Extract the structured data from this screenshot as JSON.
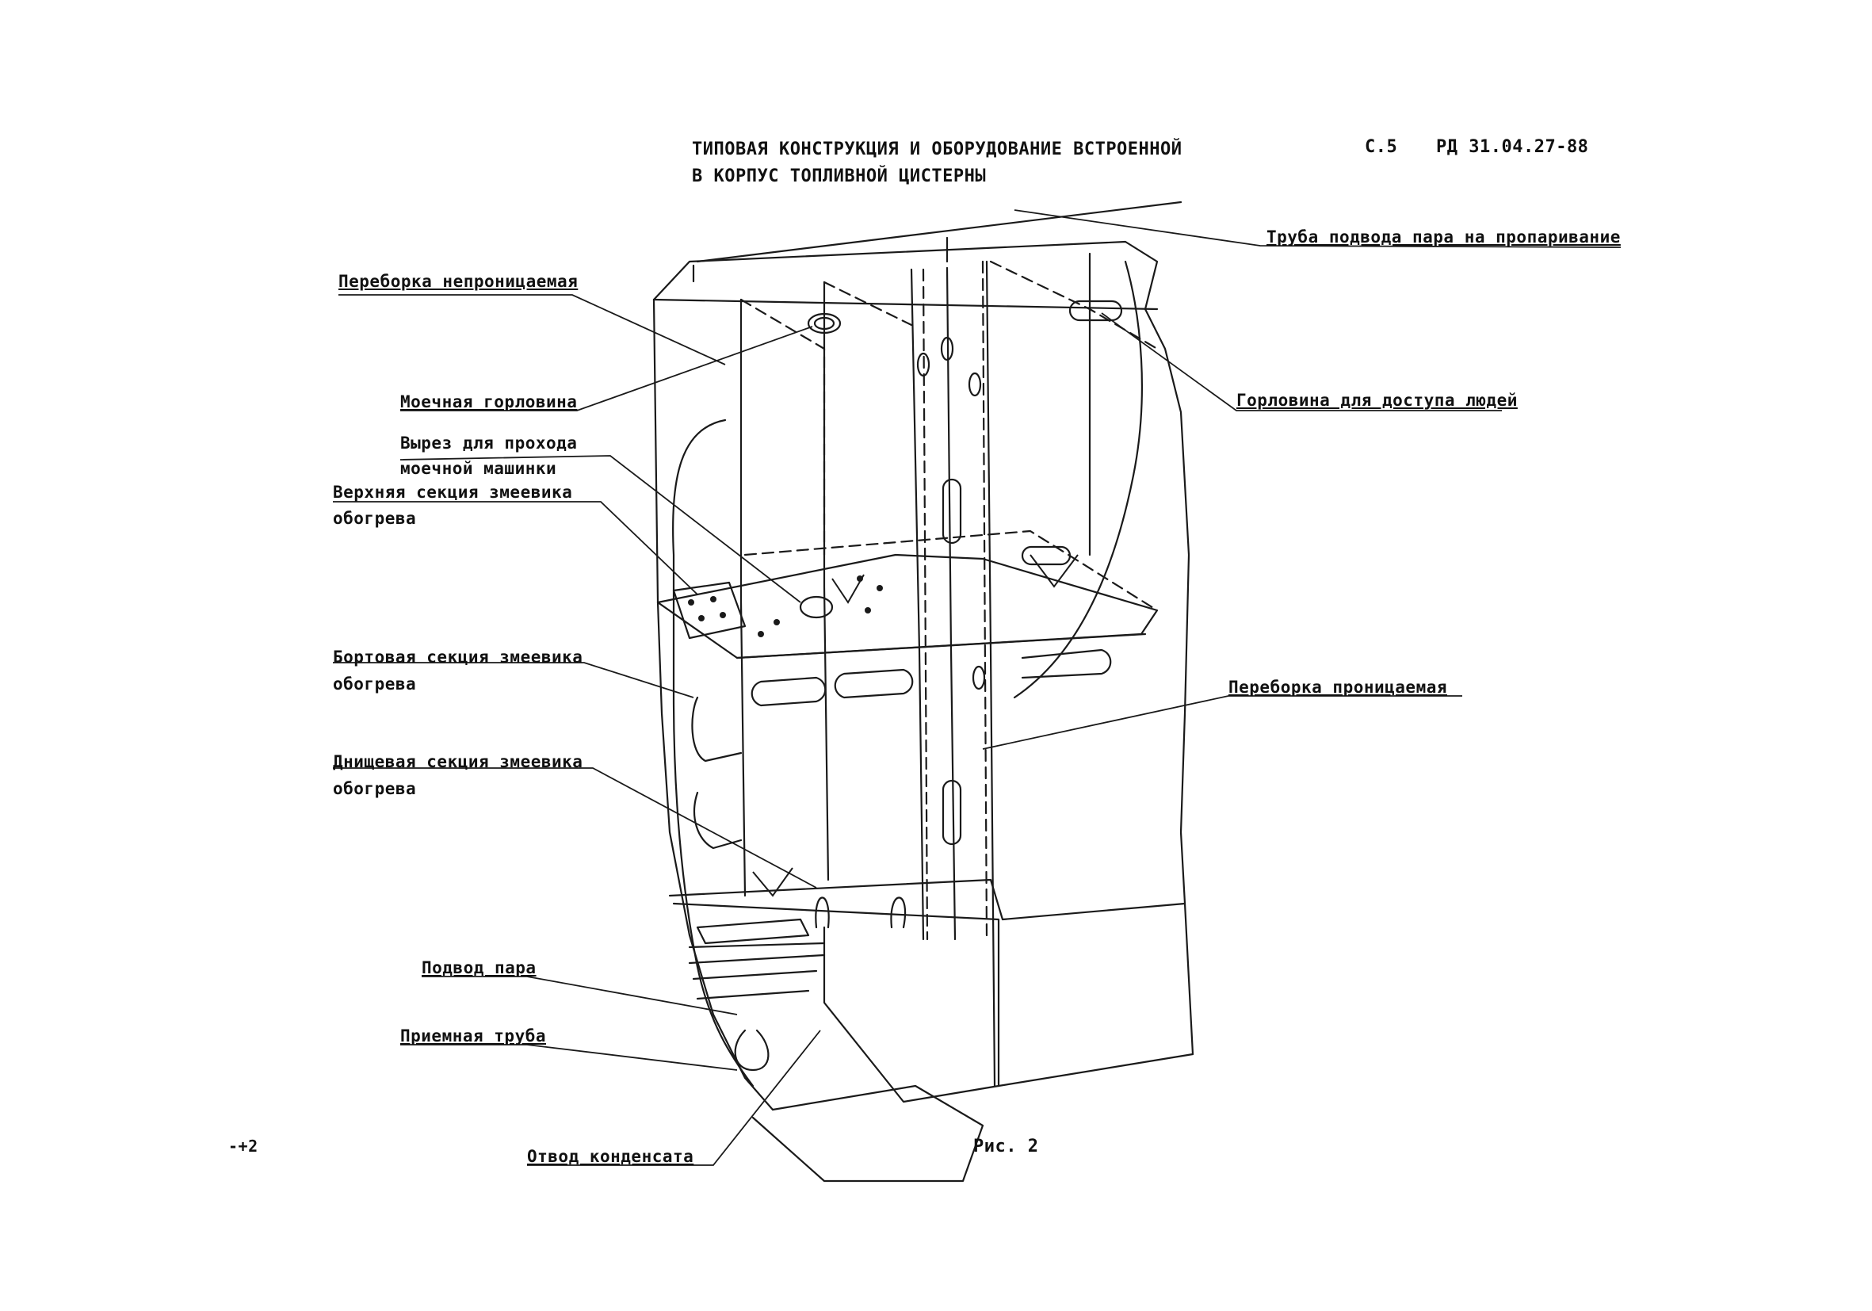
{
  "header": {
    "title_line1": "ТИПОВАЯ КОНСТРУКЦИЯ И ОБОРУДОВАНИЕ ВСТРОЕННОЙ",
    "title_line2": "В КОРПУС ТОПЛИВНОЙ ЦИСТЕРНЫ",
    "sheet": "С.5",
    "doc_number": "РД 31.04.27-88"
  },
  "figure": {
    "caption": "Рис. 2",
    "page_mark": "-+2"
  },
  "labels": {
    "bulkhead_watertight": "Переборка непроницаемая",
    "washing_hatch": "Моечная горловина",
    "cutout_line1": "Вырез для прохода",
    "cutout_line2": "моечной машинки",
    "upper_section_line1": "Верхняя секция змеевика",
    "upper_section_line2": "обогрева",
    "side_section_line1": "Бортовая секция змеевика",
    "side_section_line2": "обогрева",
    "bottom_section_line1": "Днищевая секция змеевика",
    "bottom_section_line2": "обогрева",
    "steam_supply": "Подвод пара",
    "intake_pipe": "Приемная труба",
    "condensate_drain": "Отвод конденсата",
    "steam_pipe": "Труба подвода пара на пропаривание",
    "manhole": "Горловина для доступа людей",
    "bulkhead_permeable": "Переборка проницаемая"
  }
}
